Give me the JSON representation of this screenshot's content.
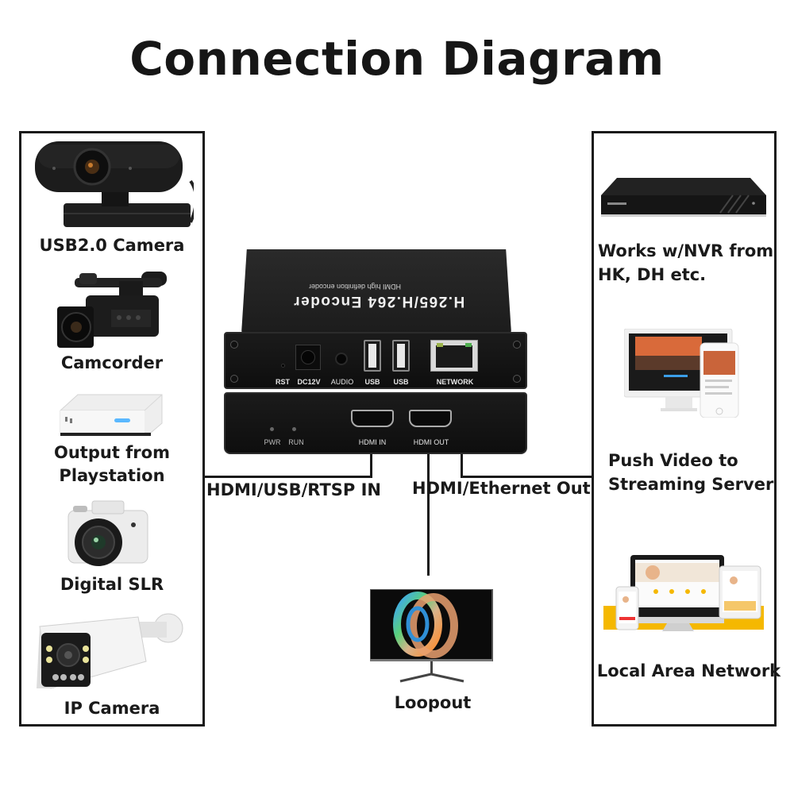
{
  "title": "Connection Diagram",
  "device": {
    "model_text": "H.265/H.264 Encoder",
    "subtitle_text": "HDMI high definition encoder",
    "ports_top": {
      "rst": "RST",
      "dc": "DC12V",
      "audio": "AUDIO",
      "usb1": "USB",
      "usb2": "USB",
      "network": "NETWORK"
    },
    "ports_bottom": {
      "pwr": "PWR",
      "run": "RUN",
      "hdmi_in": "HDMI IN",
      "hdmi_out": "HDMI OUT"
    }
  },
  "inputs": {
    "connector_label": "HDMI/USB/RTSP IN",
    "items": [
      {
        "label": "USB2.0 Camera",
        "icon": "webcam-icon"
      },
      {
        "label": "Camcorder",
        "icon": "camcorder-icon"
      },
      {
        "label_line1": "Output from",
        "label_line2": "Playstation",
        "icon": "console-icon"
      },
      {
        "label": "Digital SLR",
        "icon": "dslr-camera-icon"
      },
      {
        "label": "IP Camera",
        "icon": "ip-camera-icon"
      }
    ]
  },
  "outputs": {
    "connector_label": "HDMI/Ethernet Out",
    "items": [
      {
        "label_line1": "Works w/NVR from",
        "label_line2": "HK, DH etc.",
        "icon": "nvr-icon"
      },
      {
        "label_line1": "Push Video to",
        "label_line2": "Streaming Server",
        "icon": "streaming-devices-icon"
      },
      {
        "label": "Local Area Network",
        "icon": "lan-devices-icon"
      }
    ]
  },
  "loopout": {
    "label": "Loopout",
    "icon": "monitor-icon"
  },
  "colors": {
    "line": "#1a1a1a",
    "device_body": "#1c1c1c",
    "lan_accent": "#f5b800"
  }
}
